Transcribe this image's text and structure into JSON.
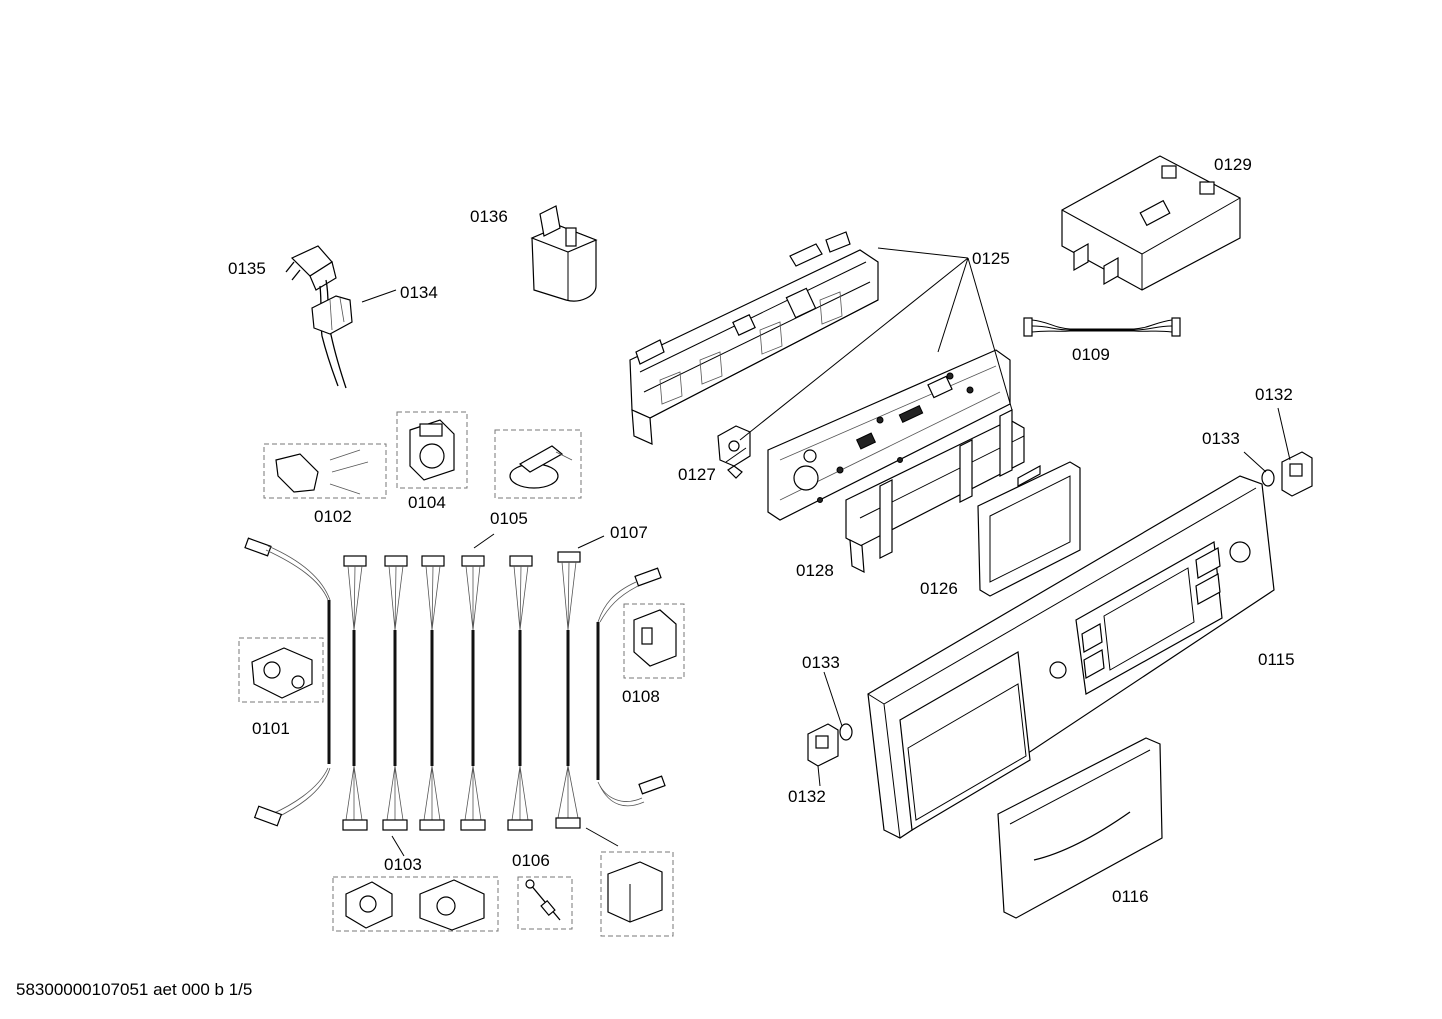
{
  "labels": {
    "p0101": "0101",
    "p0102": "0102",
    "p0103": "0103",
    "p0104": "0104",
    "p0105": "0105",
    "p0106": "0106",
    "p0107": "0107",
    "p0108": "0108",
    "p0109": "0109",
    "p0115": "0115",
    "p0116": "0116",
    "p0125": "0125",
    "p0126": "0126",
    "p0127": "0127",
    "p0128": "0128",
    "p0129": "0129",
    "p0132a": "0132",
    "p0132b": "0132",
    "p0133a": "0133",
    "p0133b": "0133",
    "p0134": "0134",
    "p0135": "0135",
    "p0136": "0136"
  },
  "footer": "58300000107051 aet 000 b 1/5"
}
